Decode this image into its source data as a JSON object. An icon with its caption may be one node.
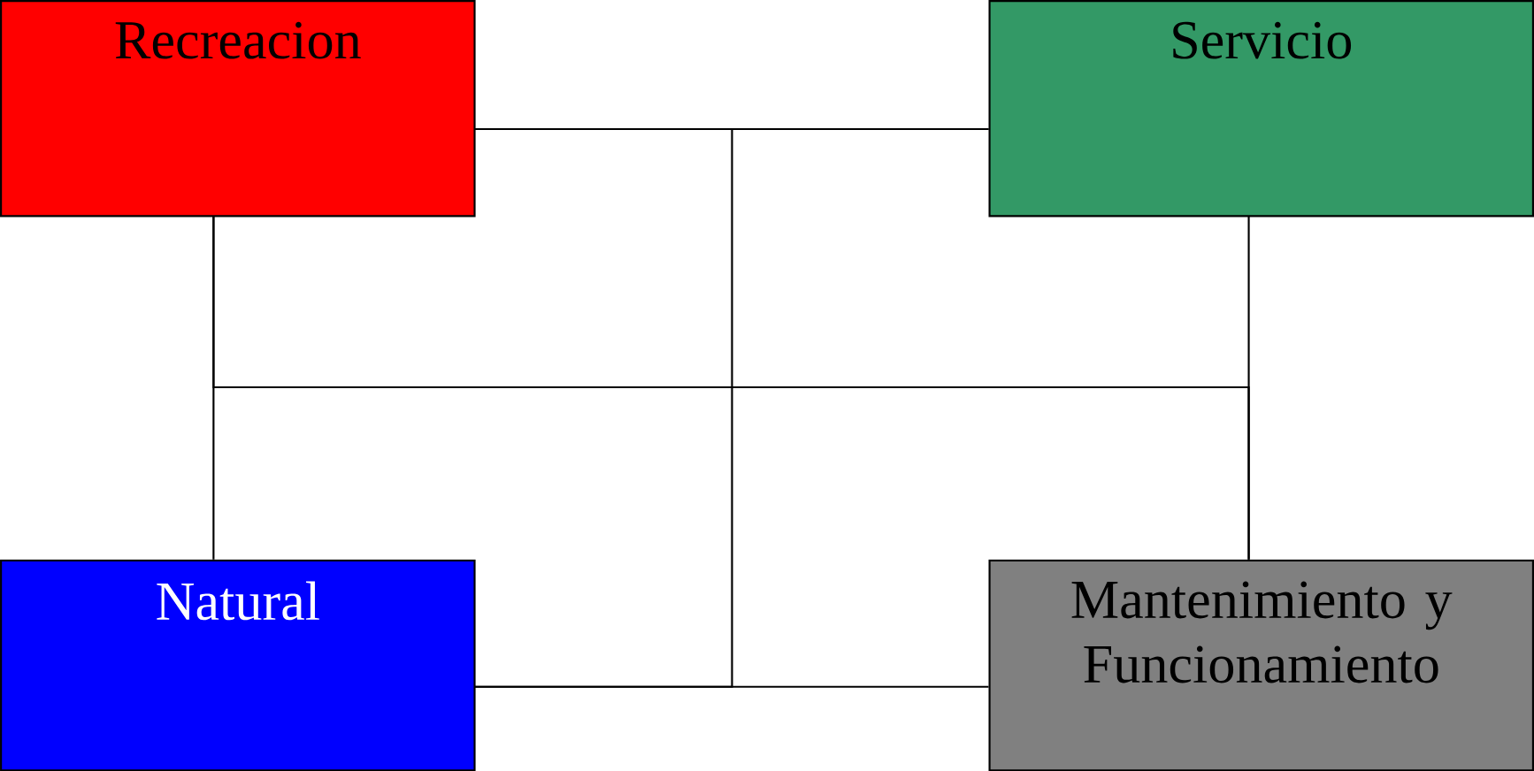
{
  "diagram": {
    "nodes": [
      {
        "text": [
          "Recreacion"
        ]
      },
      {
        "text": [
          "Servicio"
        ]
      },
      {
        "text": [
          "Natural"
        ]
      },
      {
        "text": [
          "Mantenimiento y Funcionamiento"
        ]
      }
    ],
    "edges": [
      {
        "from": 0,
        "to": 1,
        "arrow": "none"
      },
      {
        "from": 2,
        "to": 3,
        "arrow": "none"
      },
      {
        "from": 0,
        "to": 2,
        "arrow": "none"
      },
      {
        "from": 1,
        "to": 3,
        "arrow": "none"
      },
      {
        "from": 0,
        "to": 3,
        "arrow": "none"
      },
      {
        "from": 1,
        "to": 2,
        "arrow": "none"
      }
    ]
  }
}
